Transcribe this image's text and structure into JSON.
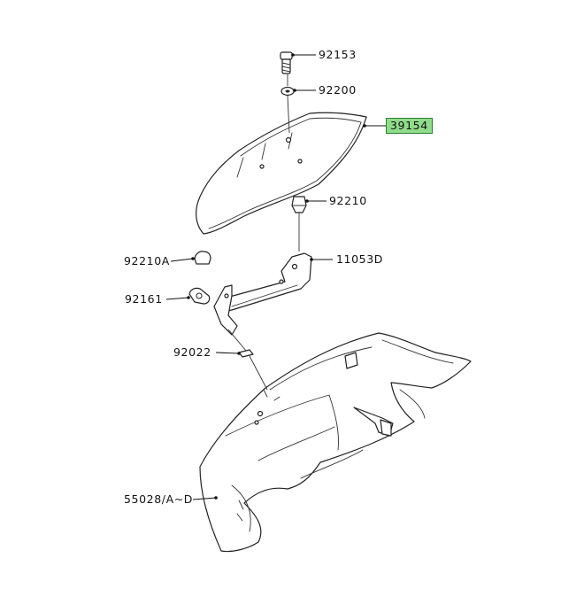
{
  "parts": {
    "bolt": "92153",
    "washer": "92200",
    "windshield": "39154",
    "grommet": "92210",
    "stay": "11053D",
    "damper": "92210A",
    "plate": "92161",
    "clip": "92022",
    "cowl": "55028/A~D"
  },
  "colors": {
    "highlight": "#8fdc8a",
    "line": "#222222"
  }
}
